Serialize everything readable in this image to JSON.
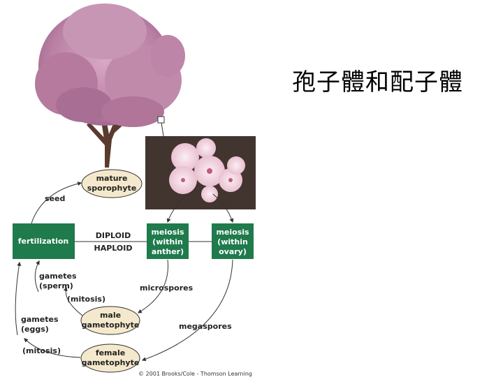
{
  "slide": {
    "title": "孢子體和配子體"
  },
  "diagram": {
    "mature_sporophyte": [
      "mature",
      "sporophyte"
    ],
    "seed": "seed",
    "fertilization": "fertilization",
    "diploid": "DIPLOID",
    "haploid": "HAPLOID",
    "meiosis_anther": [
      "meiosis",
      "(within",
      "anther)"
    ],
    "meiosis_ovary": [
      "meiosis",
      "(within",
      "ovary)"
    ],
    "gametes_sperm": [
      "gametes",
      "(sperm)"
    ],
    "mitosis_male": "(mitosis)",
    "microspores": "microspores",
    "male_gametophyte": [
      "male",
      "gametophyte"
    ],
    "gametes_eggs": [
      "gametes",
      "(eggs)"
    ],
    "megaspores": "megaspores",
    "mitosis_female": "(mitosis)",
    "female_gametophyte": [
      "female",
      "gametophyte"
    ],
    "copyright": "© 2001 Brooks/Cole - Thomson Learning"
  },
  "colors": {
    "green_box": "#1f7a4c",
    "oval_fill": "#f4e9cc",
    "blossom": "#c58bb0",
    "trunk": "#5b3a2e",
    "photo_bg": "#3a2e2a"
  }
}
